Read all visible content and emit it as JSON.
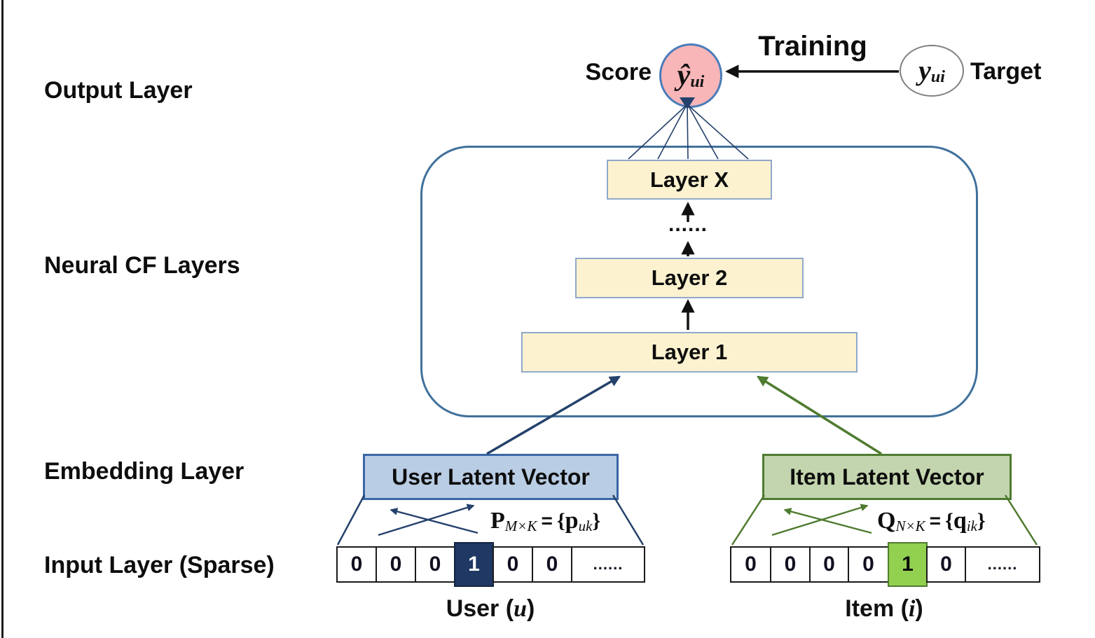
{
  "labels": {
    "output_layer": "Output Layer",
    "neural_cf_layers": "Neural CF Layers",
    "embedding_layer": "Embedding Layer",
    "input_layer": "Input Layer (Sparse)",
    "score": "Score",
    "training": "Training",
    "target": "Target"
  },
  "nodes": {
    "score": {
      "symbol": "ŷ",
      "sub": "ui"
    },
    "target": {
      "symbol": "y",
      "sub": "ui"
    }
  },
  "neural_cf": {
    "layers": [
      "Layer X",
      "Layer 2",
      "Layer 1"
    ],
    "dots": "......"
  },
  "embedding": {
    "user": {
      "title": "User Latent Vector",
      "matrix": "P",
      "matrix_sub": "M×K",
      "eq": "=",
      "open": "{",
      "vec": "p",
      "vec_sub": "uk",
      "close": "}"
    },
    "item": {
      "title": "Item Latent Vector",
      "matrix": "Q",
      "matrix_sub": "N×K",
      "eq": "=",
      "open": "{",
      "vec": "q",
      "vec_sub": "ik",
      "close": "}"
    }
  },
  "input": {
    "user": {
      "cells": [
        "0",
        "0",
        "0",
        "1",
        "0",
        "0",
        "......"
      ],
      "caption_pre": "User (",
      "caption_var": "u",
      "caption_post": ")"
    },
    "item": {
      "cells": [
        "0",
        "0",
        "0",
        "0",
        "1",
        "0",
        "......"
      ],
      "caption_pre": "Item (",
      "caption_var": "i",
      "caption_post": ")"
    }
  },
  "colors": {
    "navy_arrow": "#24416b",
    "green_arrow": "#4f7b2f",
    "pink_node": "#f8b6b9",
    "cream_layer": "#fdf2d0",
    "user_embed": "#b9cde4",
    "item_embed": "#c3d5ae",
    "hot_user_cell": "#1f3864",
    "hot_item_cell": "#92d050",
    "container_border": "#41719c"
  }
}
